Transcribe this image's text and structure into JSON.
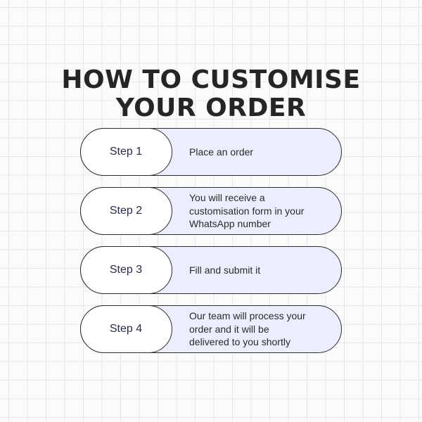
{
  "title": {
    "line1": "HOW TO CUSTOMISE",
    "line2": "YOUR ORDER"
  },
  "steps": [
    {
      "label": "Step 1",
      "lines": [
        "Place an order"
      ]
    },
    {
      "label": "Step 2",
      "lines": [
        "You will receive a",
        "customisation form in your",
        "WhatsApp number"
      ]
    },
    {
      "label": "Step 3",
      "lines": [
        "Fill and submit it"
      ]
    },
    {
      "label": "Step 4",
      "lines": [
        "Our team will process your",
        "order and it will be",
        "delivered to you shortly"
      ]
    }
  ]
}
